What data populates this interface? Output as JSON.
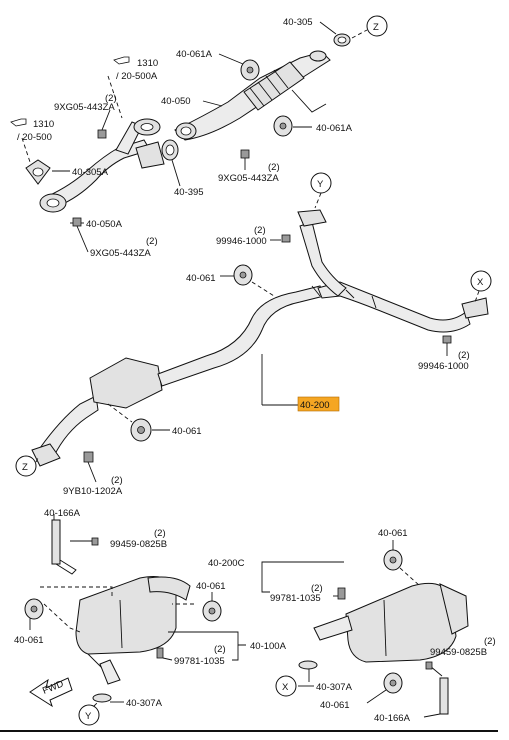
{
  "labels": {
    "c305_top": "40-305",
    "c061a_top": "40-061A",
    "c050": "40-050",
    "c061a_right": "40-061A",
    "c395": "40-395",
    "ref1310_a": "1310",
    "ref20500a": "/ 20-500A",
    "ref1310_b": "1310",
    "ref20500": "/ 20-500",
    "xg_top_num": "(2)",
    "xg_top": "9XG05-443ZA",
    "xg_mid_num": "(2)",
    "xg_mid": "9XG05-443ZA",
    "c305a": "40-305A",
    "c050a": "40-050A",
    "xg_bot_num": "(2)",
    "xg_bot": "9XG05-443ZA",
    "b99946_a_num": "(2)",
    "b99946_a": "99946-1000",
    "c061_a": "40-061",
    "b99946_b_num": "(2)",
    "b99946_b": "99946-1000",
    "c200": "40-200",
    "c061_b": "40-061",
    "yb_num": "(2)",
    "yb": "9YB10-1202A",
    "c166a_top": "40-166A",
    "b99459_a_num": "(2)",
    "b99459_a": "99459-0825B",
    "c061_c": "40-061",
    "c200c": "40-200C",
    "c061_d": "40-061",
    "b99781_a_num": "(2)",
    "b99781_a": "99781-1035",
    "c061_e": "40-061",
    "b99781_b_num": "(2)",
    "b99781_b": "99781-1035",
    "c100a": "40-100A",
    "b99459_b_num": "(2)",
    "b99459_b": "99459-0825B",
    "c307a_right": "40-307A",
    "c061_f": "40-061",
    "c307a_left": "40-307A",
    "c166a_bot": "40-166A",
    "fwd": "FWD",
    "mark_z_top": "Z",
    "mark_y_top": "Y",
    "mark_x_mid": "X",
    "mark_z_bot": "Z",
    "mark_x_bot": "X",
    "mark_y_bot": "Y"
  },
  "colors": {
    "highlight": "#f5a623",
    "line": "#111111"
  },
  "icons": {
    "reference": "pointing-hand-icon"
  }
}
